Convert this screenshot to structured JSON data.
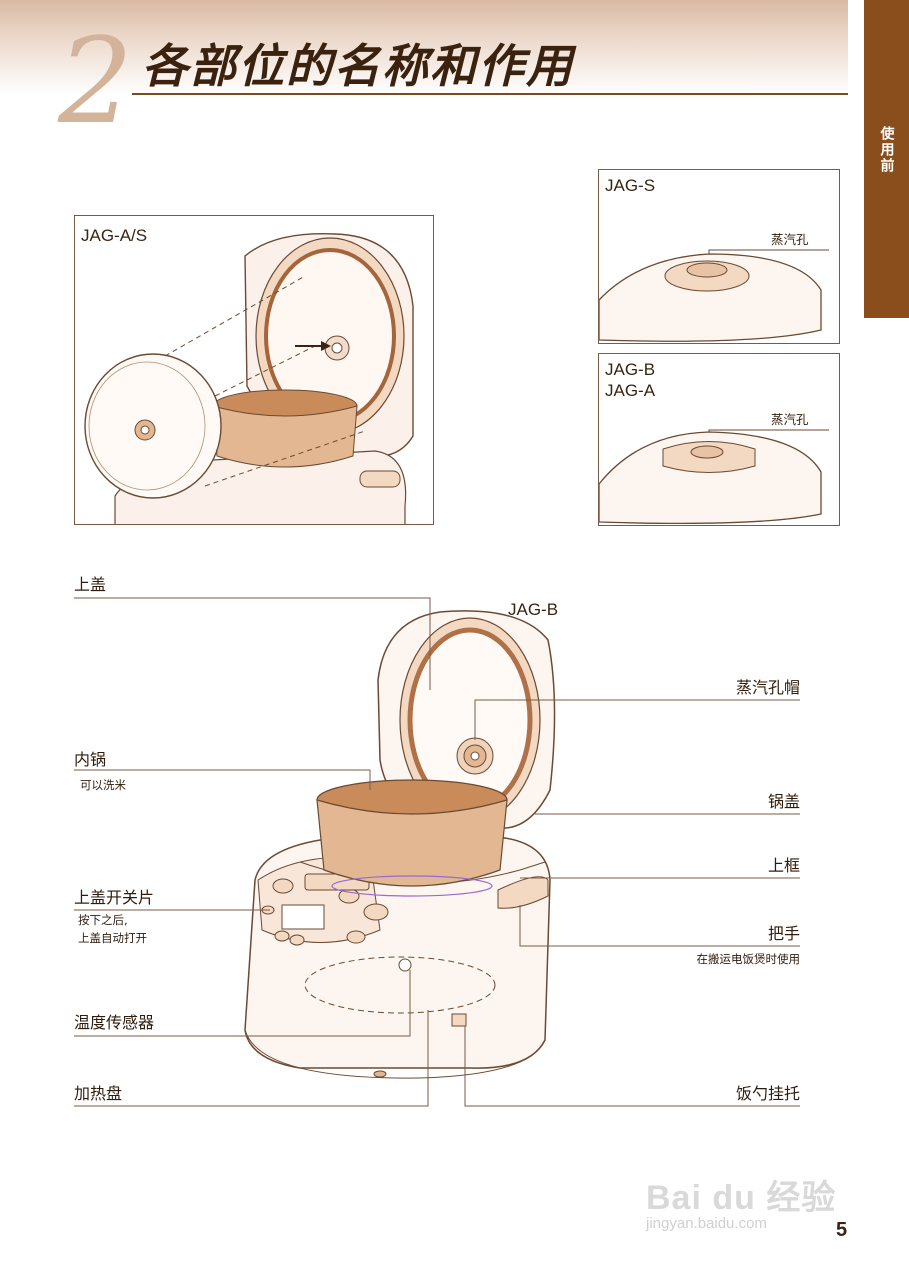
{
  "header": {
    "chapter_number": "2",
    "title": "各部位的名称和作用"
  },
  "side_tab": {
    "label": "使用前"
  },
  "figure_top": {
    "model": "JAG-A/S"
  },
  "figure_jag_s": {
    "model": "JAG-S",
    "label": "蒸汽孔"
  },
  "figure_jag_ba": {
    "model_line1": "JAG-B",
    "model_line2": "JAG-A",
    "label": "蒸汽孔"
  },
  "main_figure": {
    "model": "JAG-B"
  },
  "labels_left": {
    "top_lid": "上盖",
    "inner_pot": "内锅",
    "inner_pot_note": "可以洗米",
    "lid_switch": "上盖开关片",
    "lid_switch_note1": "按下之后,",
    "lid_switch_note2": "上盖自动打开",
    "temp_sensor": "温度传感器",
    "heating_plate": "加热盘"
  },
  "labels_right": {
    "steam_cap": "蒸汽孔帽",
    "pot_lid": "锅盖",
    "upper_frame": "上框",
    "handle": "把手",
    "handle_note": "在搬运电饭煲时使用",
    "spoon_holder": "饭勺挂托"
  },
  "page_number": "5",
  "watermark": {
    "logo": "Bai du 经验",
    "url": "jingyan.baidu.com"
  },
  "colors": {
    "brown": "#8a4e1c",
    "line": "#7a5a44",
    "pot": "#e2b792",
    "pot_inner": "#c98b5a"
  }
}
